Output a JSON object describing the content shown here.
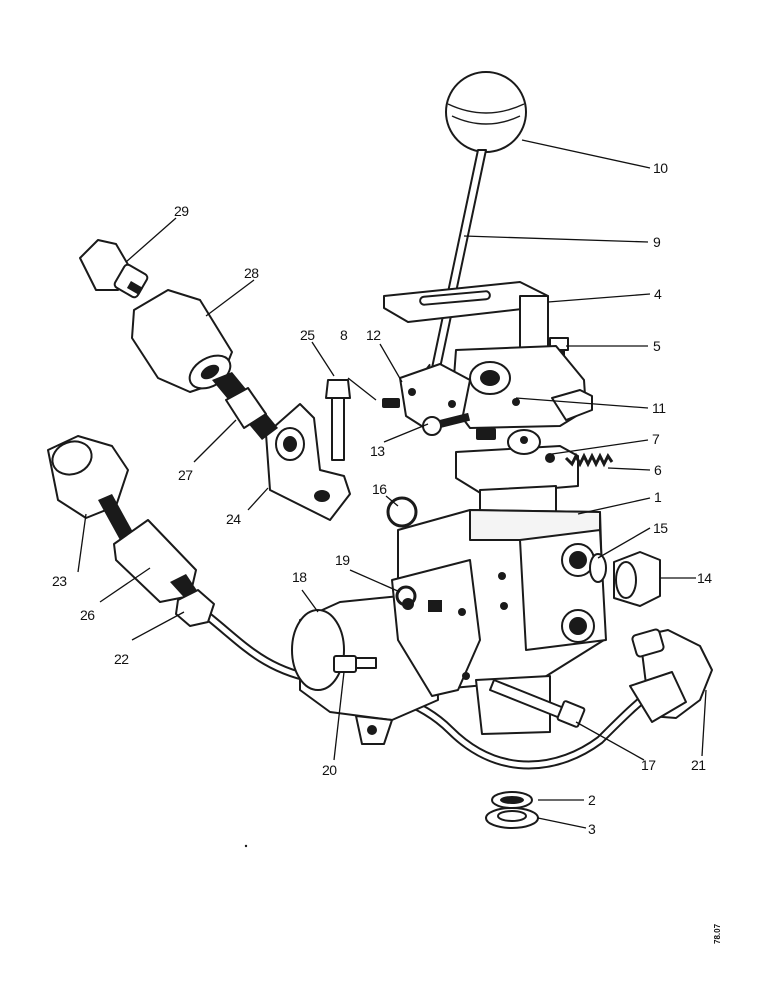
{
  "callouts": {
    "c1": "1",
    "c2": "2",
    "c3": "3",
    "c4": "4",
    "c5": "5",
    "c6": "6",
    "c7": "7",
    "c8": "8",
    "c9": "9",
    "c10": "10",
    "c11": "11",
    "c12": "12",
    "c13": "13",
    "c14": "14",
    "c15": "15",
    "c16": "16",
    "c17": "17",
    "c18": "18",
    "c19": "19",
    "c20": "20",
    "c21": "21",
    "c22": "22",
    "c23": "23",
    "c24": "24",
    "c25": "25",
    "c26": "26",
    "c27": "27",
    "c28": "28",
    "c29": "29"
  },
  "drawing_code": "78.07"
}
